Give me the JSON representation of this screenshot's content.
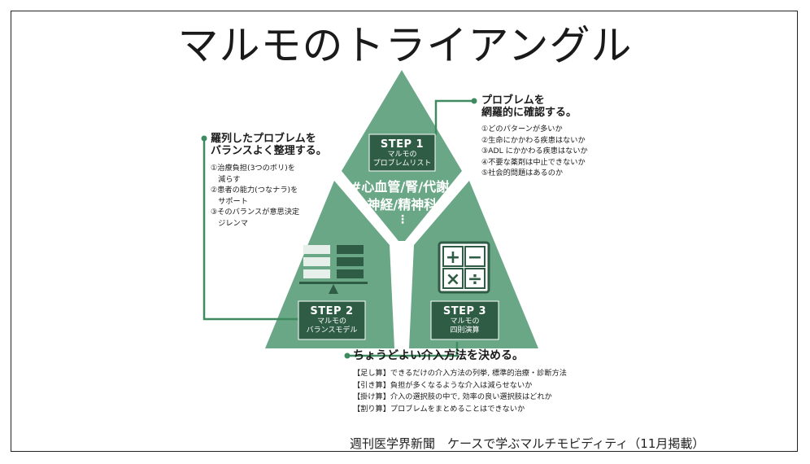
{
  "title": "マルモのトライアングル",
  "caption": "週刊医学界新聞　ケースで学ぶマルチモビディティ（11月掲載）",
  "colors": {
    "accent": "#6aa786",
    "dark_box": "#2f5c45",
    "line": "#3f8a60"
  },
  "steps": [
    {
      "title": "STEP 1",
      "sub1": "マルモの",
      "sub2": "プロブレムリスト"
    },
    {
      "title": "STEP 2",
      "sub1": "マルモの",
      "sub2": "バランスモデル"
    },
    {
      "title": "STEP 3",
      "sub1": "マルモの",
      "sub2": "四則演算"
    }
  ],
  "tags": {
    "line1": "#心血管/腎/代謝",
    "line2": "#神経/精神科",
    "dots": "⋮"
  },
  "calc_symbols": [
    "+",
    "−",
    "×",
    "÷"
  ],
  "right_block": {
    "head1": "プロブレムを",
    "head2": "網羅的に確認する。",
    "items": [
      "①どのパターンが多いか",
      "②生命にかかわる疾患はないか",
      "③ADL にかかわる疾患はないか",
      "④不要な薬剤は中止できないか",
      "⑤社会的問題はあるのか"
    ]
  },
  "left_block": {
    "head1": "羅列したプロブレムを",
    "head2": "バランスよく整理する。",
    "items": [
      "①治療負担(3つのボリ)を",
      "　減らす",
      "②患者の能力(つなナラ)を",
      "　サポート",
      "③そのバランスが意思決定",
      "　ジレンマ"
    ]
  },
  "bottom_block": {
    "head": "ちょうどよい介入方法を決める。",
    "items": [
      "【足し算】できるだけの介入方法の列挙, 標準的治療・診断方法",
      "【引き算】負担が多くなるような介入は減らせないか",
      "【掛け算】介入の選択肢の中で, 効率の良い選択肢はどれか",
      "【割り算】プロブレムをまとめることはできないか"
    ]
  }
}
